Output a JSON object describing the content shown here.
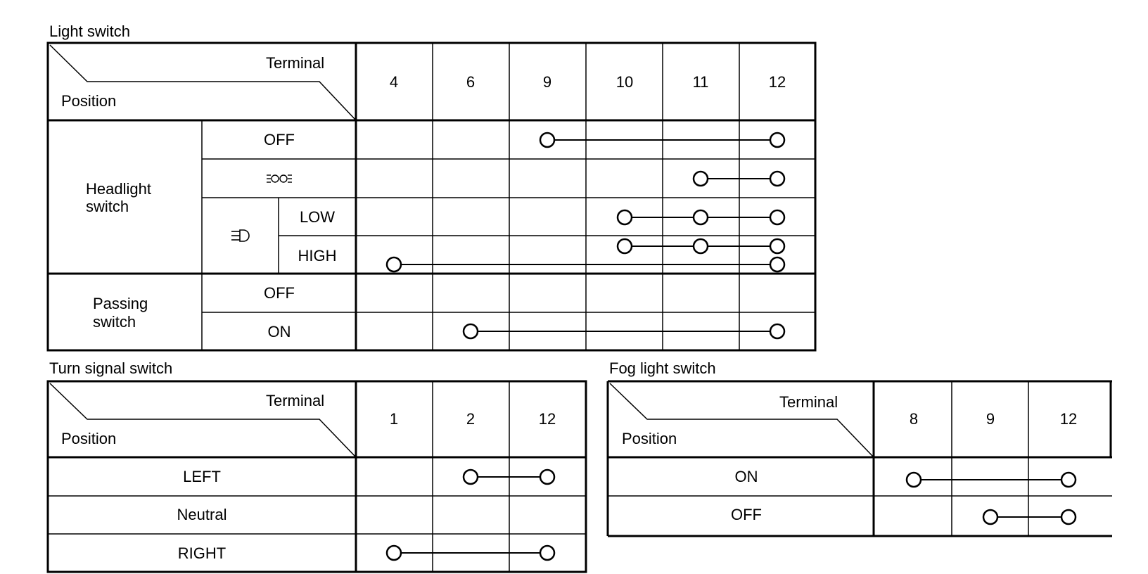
{
  "light": {
    "title": "Light switch",
    "hdr_terminal": "Terminal",
    "hdr_position": "Position",
    "terminals": [
      "4",
      "6",
      "9",
      "10",
      "11",
      "12"
    ],
    "group_headlight": [
      "Headlight",
      "switch"
    ],
    "group_passing": [
      "Passing",
      "switch"
    ],
    "rows": {
      "off": "OFF",
      "low": "LOW",
      "high": "HIGH",
      "pass_off": "OFF",
      "pass_on": "ON"
    }
  },
  "turn": {
    "title": "Turn signal switch",
    "hdr_terminal": "Terminal",
    "hdr_position": "Position",
    "terminals": [
      "1",
      "2",
      "12"
    ],
    "rows": {
      "left": "LEFT",
      "neutral": "Neutral",
      "right": "RIGHT"
    }
  },
  "fog": {
    "title": "Fog light switch",
    "hdr_terminal": "Terminal",
    "hdr_position": "Position",
    "terminals": [
      "8",
      "9",
      "12"
    ],
    "rows": {
      "on": "ON",
      "off": "OFF"
    }
  },
  "icons": [
    "tail-lamp-icon",
    "headlamp-icon"
  ],
  "connections": {
    "light": {
      "off": [
        "9",
        "12"
      ],
      "tail": [
        "11",
        "12"
      ],
      "low": [
        "10",
        "11",
        "12"
      ],
      "high_a": [
        "10",
        "11",
        "12"
      ],
      "high_b": [
        "4",
        "12"
      ],
      "pass_off": [],
      "pass_on": [
        "6",
        "12"
      ]
    },
    "turn": {
      "left": [
        "2",
        "12"
      ],
      "neutral": [],
      "right": [
        "1",
        "12"
      ]
    },
    "fog": {
      "on": [
        "8",
        "12"
      ],
      "off": [
        "9",
        "12"
      ]
    }
  }
}
